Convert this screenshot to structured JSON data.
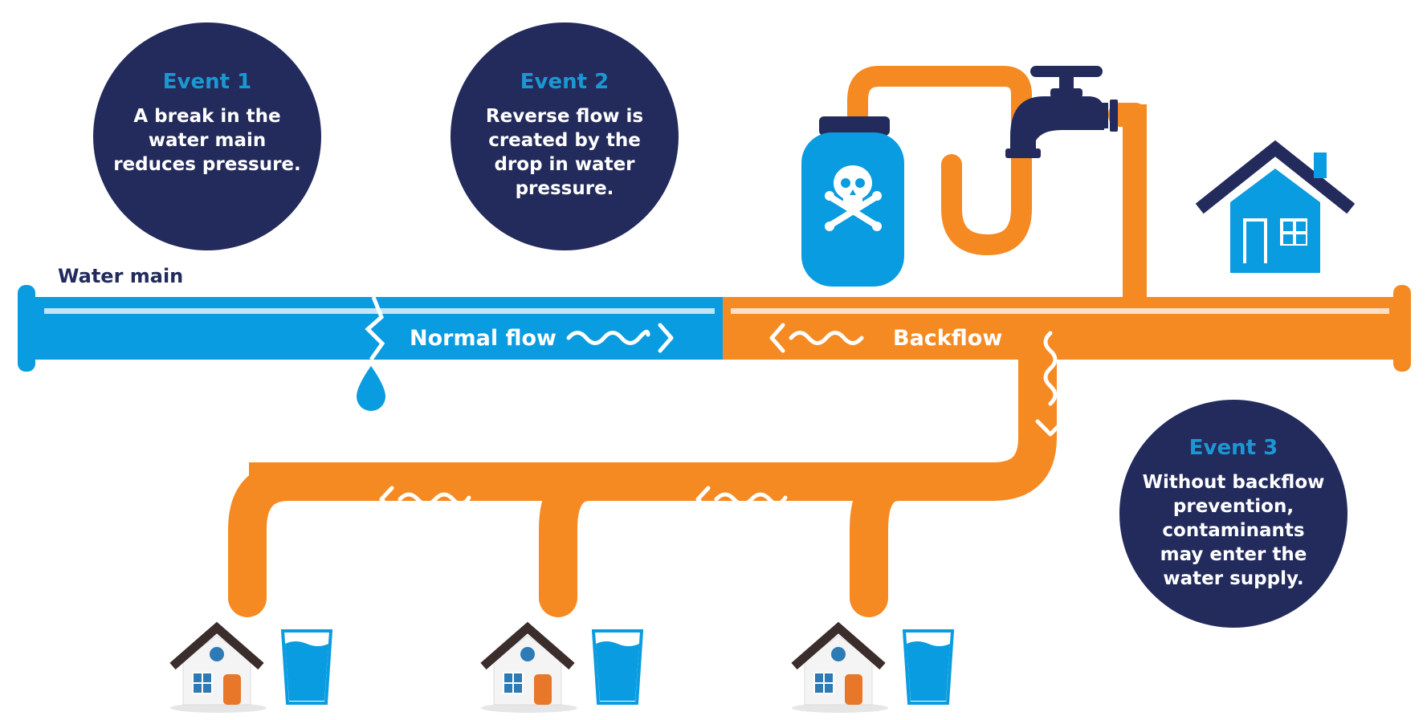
{
  "colors": {
    "navy": "#232B5C",
    "blue": "#0A9CE0",
    "light_blue_line": "#BFE6F8",
    "orange": "#F58A23",
    "light_orange_line": "#FBE0C6",
    "event_title": "#1B98D3",
    "white": "#FFFFFF",
    "house_roof": "#3A2D2B",
    "house_door": "#E8772A",
    "house_window": "#2D7AB4"
  },
  "water_main": {
    "label": "Water main",
    "normal_flow_label": "Normal flow",
    "backflow_label": "Backflow"
  },
  "events": [
    {
      "title": "Event 1",
      "lines": [
        "A break in the",
        "water main",
        "reduces pressure."
      ]
    },
    {
      "title": "Event 2",
      "lines": [
        "Reverse flow is",
        "created by the",
        "drop in water",
        "pressure."
      ]
    },
    {
      "title": "Event 3",
      "lines": [
        "Without backflow",
        "prevention,",
        "contaminants",
        "may enter the",
        "water supply."
      ]
    }
  ],
  "icons": {
    "tank": "skull-crossbones-icon",
    "tap": "tap-icon",
    "house": "house-icon",
    "glass": "water-glass-icon",
    "drop": "water-drop-icon",
    "arrow_left": "arrow-left-icon",
    "arrow_right": "arrow-right-icon",
    "arrow_down": "arrow-down-icon"
  }
}
